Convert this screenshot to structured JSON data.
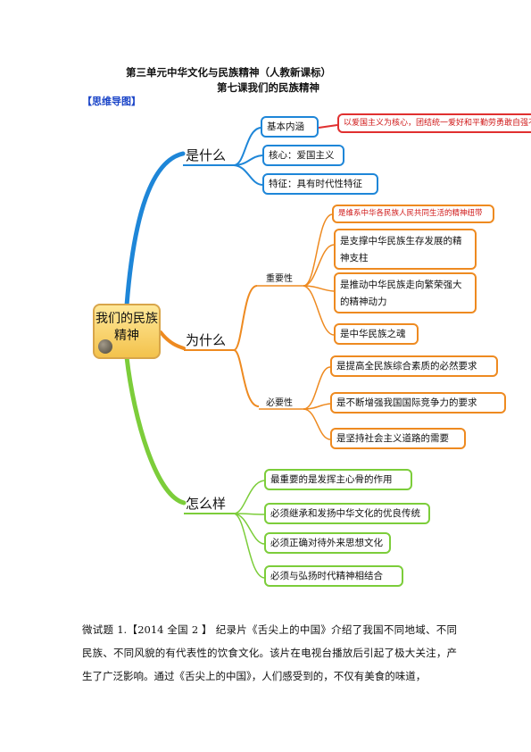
{
  "header": {
    "title": "第三单元中华文化与民族精神（人教新课标）",
    "subtitle": "第七课我们的民族精神"
  },
  "section_tag": "【思维导图】",
  "mindmap": {
    "center": "我们的民族精神",
    "branches": {
      "what": {
        "label": "是什么",
        "items": [
          "基本内涵",
          "核心：爱国主义",
          "特征：具有时代性特征"
        ],
        "detail": "以爱国主义为核心，团结统一爱好和平勤劳勇敢自强不息"
      },
      "why": {
        "label": "为什么",
        "importance": {
          "label": "重要性",
          "items": [
            "是维系中华各民族人民共同生活的精神纽带",
            "是支撑中华民族生存发展的精神支柱",
            "是推动中华民族走向繁荣强大的精神动力",
            "是中华民族之魂"
          ]
        },
        "necessity": {
          "label": "必要性",
          "items": [
            "是提高全民族综合素质的必然要求",
            "是不断增强我国国际竞争力的要求",
            "是坚持社会主义道路的需要"
          ]
        }
      },
      "how": {
        "label": "怎么样",
        "items": [
          "最重要的是发挥主心骨的作用",
          "必须继承和发扬中华文化的优良传统",
          "必须正确对待外来思想文化",
          "必须与弘扬时代精神相结合"
        ]
      }
    }
  },
  "exercise": {
    "text": "微试题 1.【2014 全国 2 】 纪录片《舌尖上的中国》介绍了我国不同地域、不同民族、不同风貌的有代表性的饮食文化。该片在电视台播放后引起了极大关注，产生了广泛影响。通过《舌尖上的中国》，人们感受到的，不仅有美食的味道，"
  },
  "colors": {
    "blue": "#1e86d8",
    "orange": "#ee8a20",
    "green": "#7ccd3a",
    "red": "#e03030",
    "center_fill": "#f3c24c",
    "tag": "#1a44c8"
  }
}
